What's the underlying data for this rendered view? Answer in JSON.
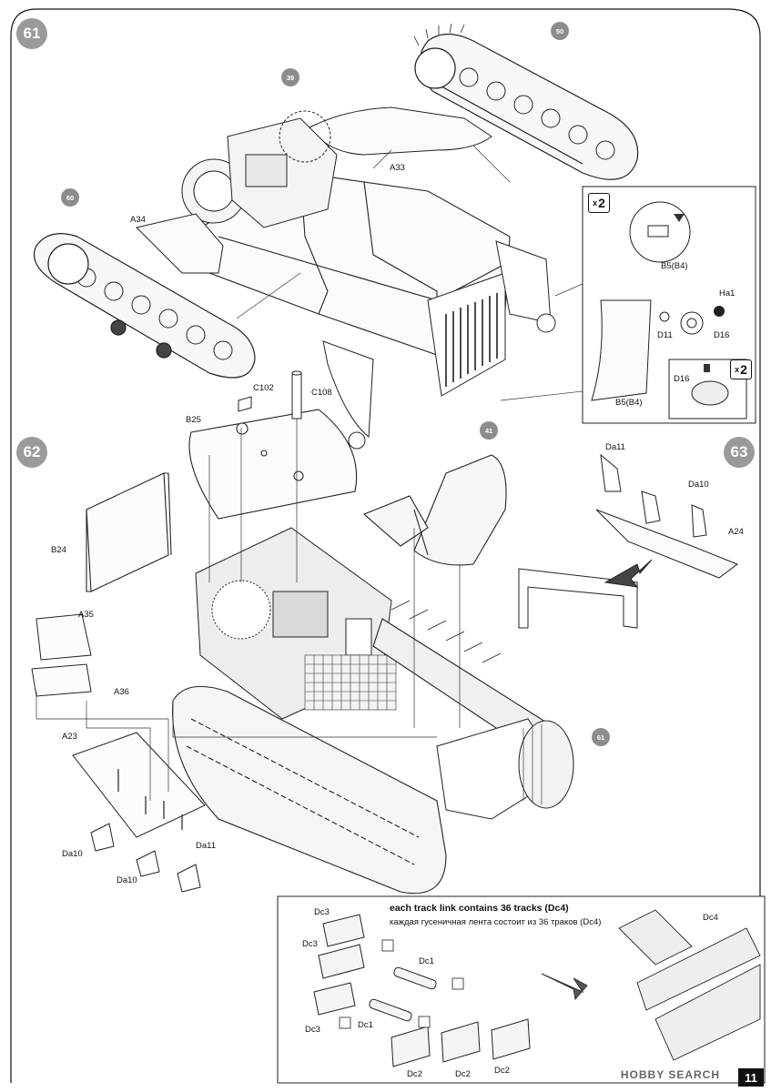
{
  "steps": {
    "s61": "61",
    "s62": "62",
    "s63": "63"
  },
  "refs": {
    "r39": "39",
    "r50": "50",
    "r60": "60",
    "r41": "41",
    "r61": "61"
  },
  "multipliers": {
    "x_label": "x",
    "x_count": "2"
  },
  "part_labels": {
    "A33": "A33",
    "A34": "A34",
    "B5_top": "B5(B4)",
    "Ha1": "Ha1",
    "D11": "D11",
    "D16_a": "D16",
    "D16_b": "D16",
    "B5_bottom": "B5(B4)",
    "C102": "C102",
    "C108": "C108",
    "B25": "B25",
    "B24": "B24",
    "A35": "A35",
    "A36": "A36",
    "A23": "A23",
    "Da10_a": "Da10",
    "Da10_b": "Da10",
    "Da11_a": "Da11",
    "Da11_top": "Da11",
    "Da10_top": "Da10",
    "A24": "A24",
    "Dc3_a": "Dc3",
    "Dc3_b": "Dc3",
    "Dc3_c": "Dc3",
    "Dc1_a": "Dc1",
    "Dc1_b": "Dc1",
    "Dc2_a": "Dc2",
    "Dc2_b": "Dc2",
    "Dc2_c": "Dc2",
    "Dc4": "Dc4"
  },
  "track_note": {
    "english": "each track link contains 36 tracks (Dc4)",
    "russian": "каждая гусеничная лента состоит из 36 траков (Dc4)"
  },
  "footer": {
    "watermark": "HOBBY SEARCH",
    "page_number": "11"
  }
}
